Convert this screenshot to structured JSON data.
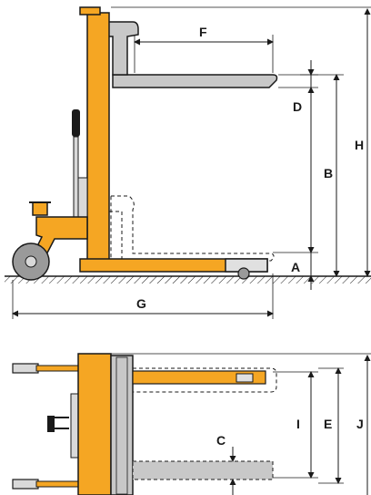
{
  "labels": {
    "A": "A",
    "B": "B",
    "C": "C",
    "D": "D",
    "E": "E",
    "F": "F",
    "G": "G",
    "H": "H",
    "I": "I",
    "J": "J"
  },
  "colors": {
    "frame": "#f5a623",
    "frame_dark": "#c77f10",
    "fork": "#c8c8c8",
    "line": "#1a1a1a"
  }
}
